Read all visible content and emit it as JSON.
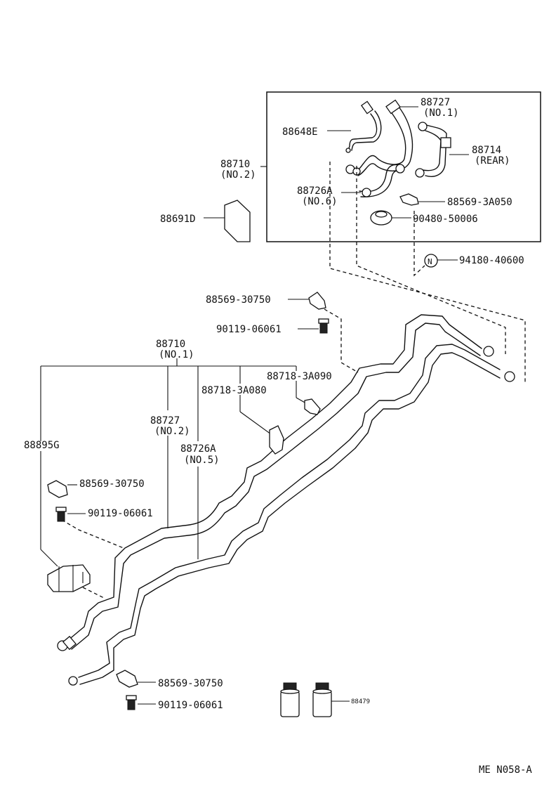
{
  "labels": {
    "p88727_top": "88727",
    "p88727_top_sub": "(NO.1)",
    "p88648e": "88648E",
    "p88714": "88714",
    "p88714_sub": "(REAR)",
    "p88710_no2": "88710",
    "p88710_no2_sub": "(NO.2)",
    "p88726a_no6": "88726A",
    "p88726a_no6_sub": "(NO.6)",
    "p88569_3a050": "88569-3A050",
    "p88691d": "88691D",
    "p90480": "90480-50006",
    "p94180": "94180-40600",
    "n_mark": "N",
    "p88569_30750_a": "88569-30750",
    "p90119_a": "90119-06061",
    "p88710_no1": "88710",
    "p88710_no1_sub": "(NO.1)",
    "p88718_3a090": "88718-3A090",
    "p88718_3a080": "88718-3A080",
    "p88727_no2": "88727",
    "p88727_no2_sub": "(NO.2)",
    "p88895g": "88895G",
    "p88726a_no5": "88726A",
    "p88726a_no5_sub": "(NO.5)",
    "p88569_30750_b": "88569-30750",
    "p90119_b": "90119-06061",
    "p88569_30750_c": "88569-30750",
    "p90119_c": "90119-06061",
    "p88479": "88479",
    "code": "ME  N058-A"
  }
}
